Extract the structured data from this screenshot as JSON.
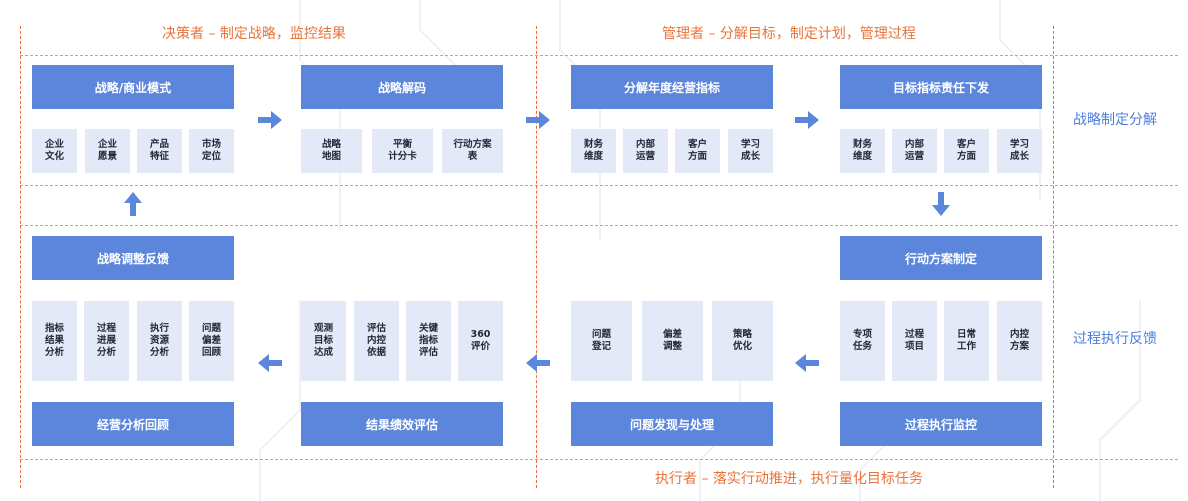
{
  "roles": {
    "top_left": "决策者 – 制定战略，监控结果",
    "top_right": "管理者 – 分解目标，制定计划，管理过程",
    "bottom_right": "执行者 – 落实行动推进，执行量化目标任务"
  },
  "side_labels": {
    "upper": "战略制定分解",
    "lower": "过程执行反馈"
  },
  "colors": {
    "header_blue": "#5b86dc",
    "cell_bg": "#e4e9f8",
    "arrow_blue": "#5b86dc",
    "role_orange": "#e8743b",
    "divider_orange": "#ef6a3a",
    "guide_teal": "#5fcfc4",
    "side_label_blue": "#4f7fdb"
  },
  "top": {
    "strategy_model": {
      "title": "战略/商业模式",
      "items": [
        "企业\n文化",
        "企业\n愿景",
        "产品\n特征",
        "市场\n定位"
      ]
    },
    "strategy_decode": {
      "title": "战略解码",
      "items": [
        "战略\n地图",
        "平衡\n计分卡",
        "行动方案\n表"
      ]
    },
    "annual_indicators": {
      "title": "分解年度经营指标",
      "items": [
        "财务\n维度",
        "内部\n运营",
        "客户\n方面",
        "学习\n成长"
      ]
    },
    "target_assign": {
      "title": "目标指标责任下发",
      "items": [
        "财务\n维度",
        "内部\n运营",
        "客户\n方面",
        "学习\n成长"
      ]
    }
  },
  "bottom": {
    "strategy_adjust": {
      "title": "战略调整反馈",
      "items": [
        "指标\n结果\n分析",
        "过程\n进展\n分析",
        "执行\n资源\n分析",
        "问题\n偏差\n回顾"
      ],
      "footer": "经营分析回顾"
    },
    "performance_eval": {
      "items": [
        "观测\n目标\n达成",
        "评估\n内控\n依据",
        "关键\n指标\n评估",
        "360\n评价"
      ],
      "footer": "结果绩效评估"
    },
    "problem_handling": {
      "items": [
        "问题\n登记",
        "偏差\n调整",
        "策略\n优化"
      ],
      "footer": "问题发现与处理"
    },
    "action_plan": {
      "title": "行动方案制定",
      "items": [
        "专项\n任务",
        "过程\n项目",
        "日常\n工作",
        "内控\n方案"
      ],
      "footer": "过程执行监控"
    }
  },
  "icons": {
    "flow_arrow_right": "arrow-right-icon",
    "flow_arrow_left": "arrow-left-icon",
    "flow_arrow_up": "arrow-up-icon",
    "flow_arrow_down": "arrow-down-icon"
  }
}
